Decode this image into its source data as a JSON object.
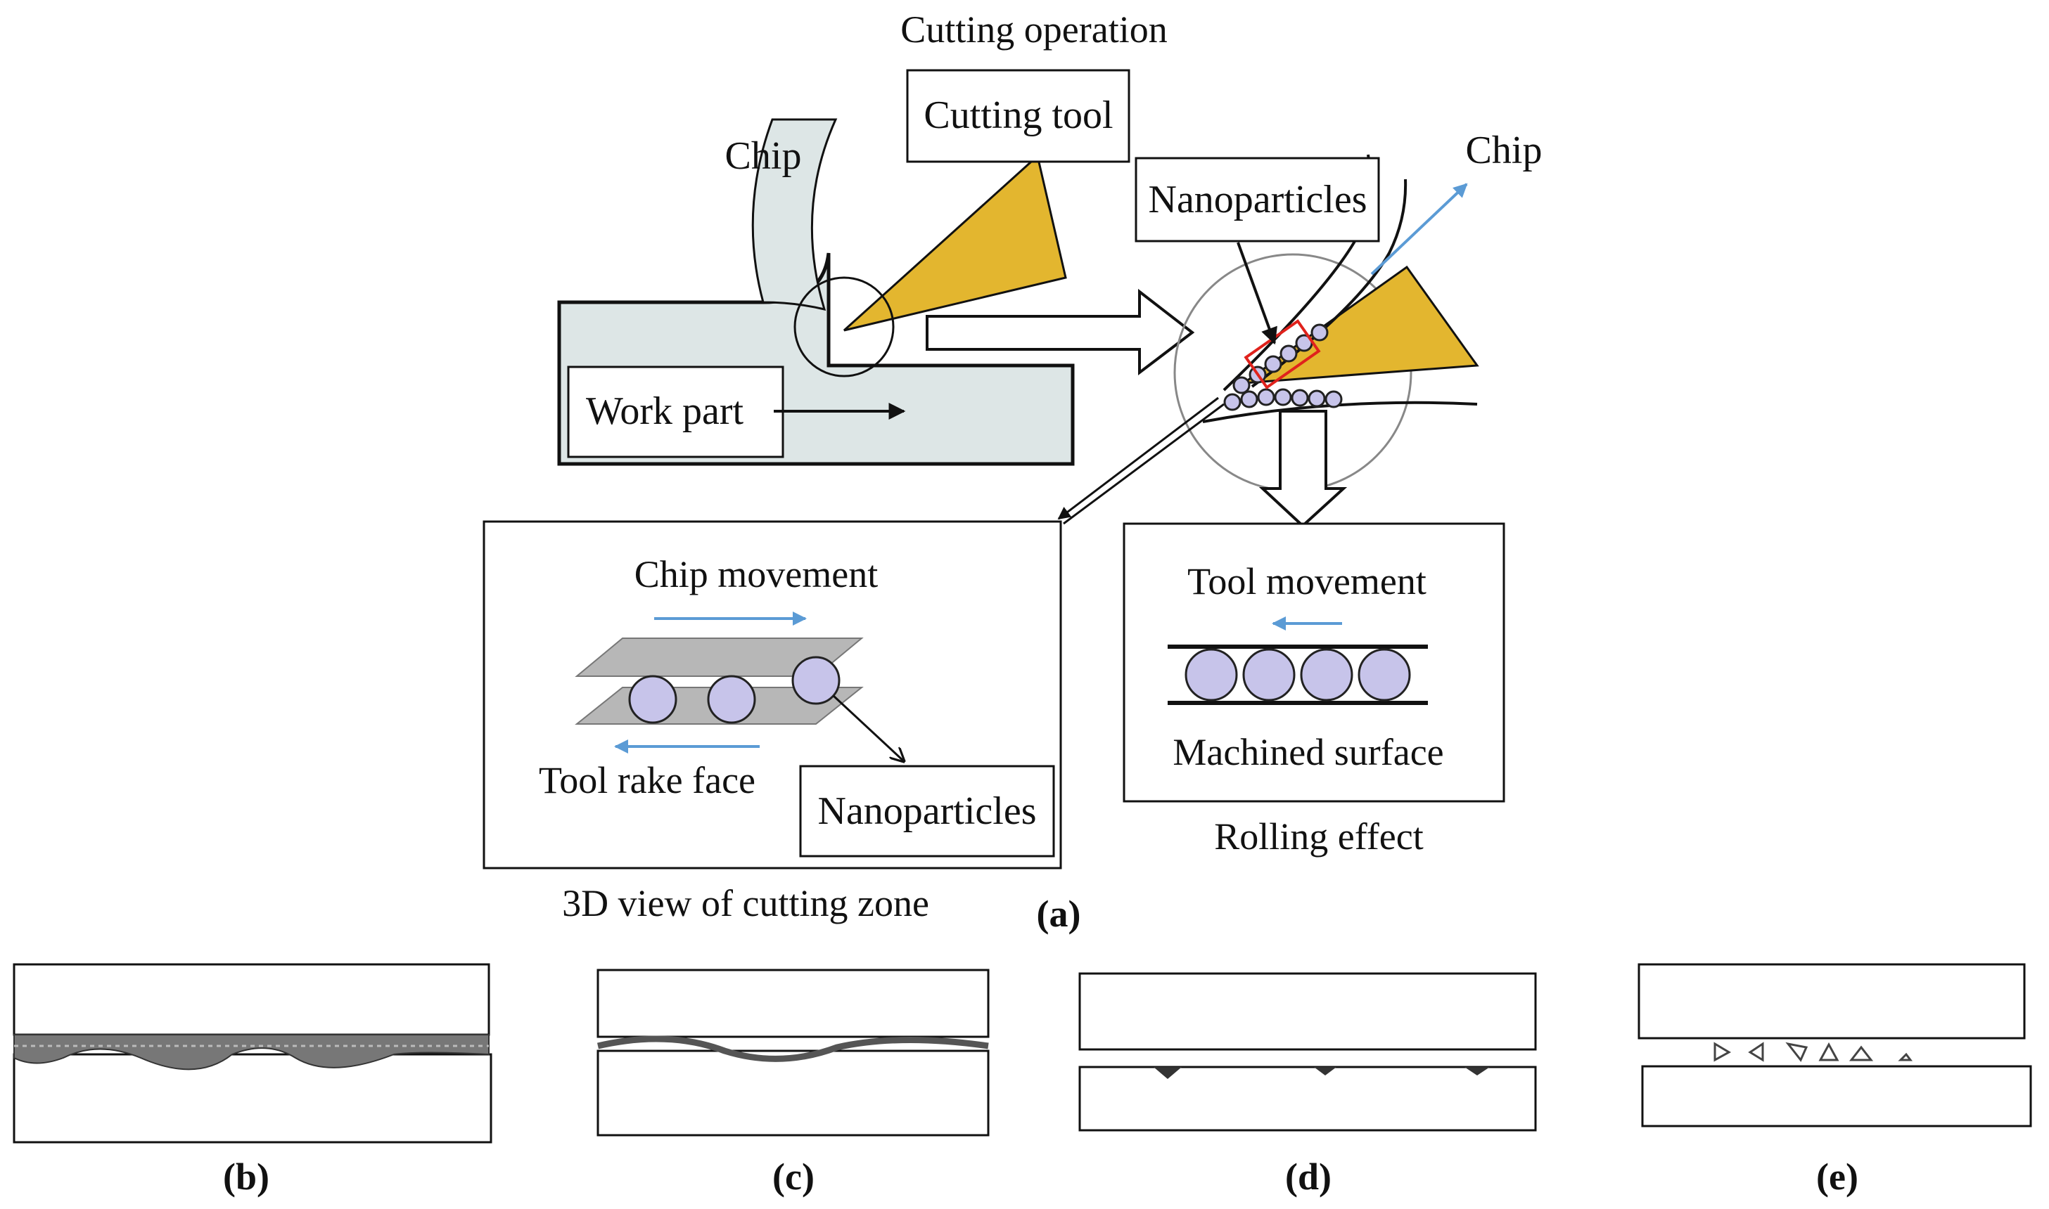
{
  "title": "Cutting operation",
  "labels": {
    "cutting_tool": "Cutting tool",
    "chip_left": "Chip",
    "chip_right": "Chip",
    "nanoparticles_top": "Nanoparticles",
    "work_part": "Work part",
    "chip_movement": "Chip movement",
    "tool_rake_face": "Tool rake face",
    "nanoparticles_box": "Nanoparticles",
    "tool_movement": "Tool movement",
    "machined_surface": "Machined surface",
    "rolling_effect": "Rolling effect",
    "view_3d": "3D view of cutting zone"
  },
  "panels": {
    "a": "(a)",
    "b": "(b)",
    "c": "(c)",
    "d": "(d)",
    "e": "(e)"
  },
  "colors": {
    "tool_fill": "#e3b62f",
    "workpart_fill": "#dde6e6",
    "nanoparticle_fill": "#c7c4ea",
    "arrow_blue": "#5b9bd5",
    "highlight_red": "#e0221c",
    "plate_gray": "#b7b7b7"
  }
}
